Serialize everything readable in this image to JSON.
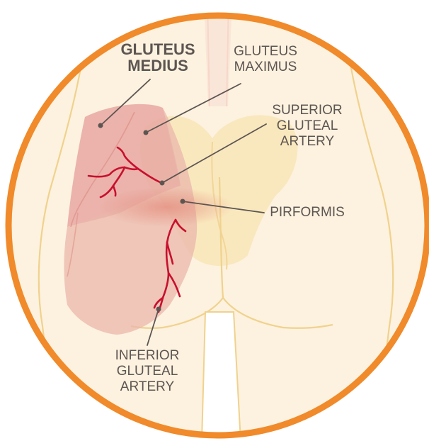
{
  "colors": {
    "ring": "#f08a2a",
    "background": "#fdf2df",
    "muscle": "#e4a49e",
    "artery": "#c8102e",
    "leader_line": "#5d5552",
    "label_text": "#5d5552"
  },
  "labels": {
    "gluteus_medius": [
      "GLUTEUS",
      "MEDIUS"
    ],
    "gluteus_maximus": [
      "GLUTEUS",
      "MAXIMUS"
    ],
    "superior_gluteal_artery": [
      "SUPERIOR",
      "GLUTEAL",
      "ARTERY"
    ],
    "pirformis": [
      "PIRFORMIS"
    ],
    "inferior_gluteal_artery": [
      "INFERIOR",
      "GLUTEAL",
      "ARTERY"
    ]
  }
}
